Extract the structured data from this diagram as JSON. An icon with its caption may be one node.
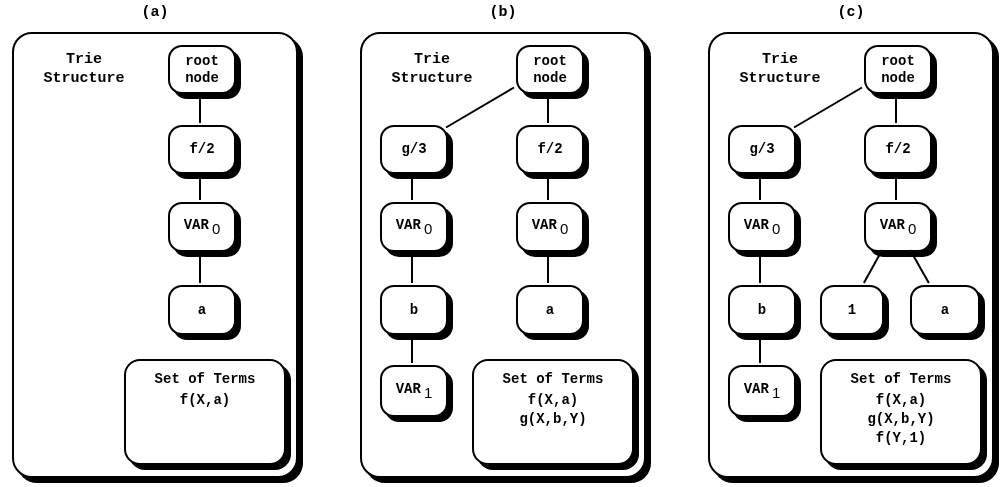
{
  "diagram": {
    "nodes": [
      {
        "text": [
          "(a)",
          "Trie Structure"
        ]
      },
      {
        "text": [
          "root node"
        ],
        "in": 0
      },
      {
        "text": [
          "f/2"
        ],
        "in": 0
      },
      {
        "text": [
          "VAR$_{0}$"
        ],
        "in": 0
      },
      {
        "text": [
          "a"
        ],
        "in": 0
      },
      {
        "text": [
          "Set of Terms",
          "f(X,a)"
        ],
        "in": 0
      },
      {
        "text": [
          "(b)",
          "Trie Structure"
        ]
      },
      {
        "text": [
          "root node"
        ],
        "in": 6
      },
      {
        "text": [
          "g/3"
        ],
        "in": 6
      },
      {
        "text": [
          "f/2"
        ],
        "in": 6
      },
      {
        "text": [
          "VAR$_{0}$"
        ],
        "in": 6
      },
      {
        "text": [
          "VAR$_{0}$"
        ],
        "in": 6
      },
      {
        "text": [
          "b"
        ],
        "in": 6
      },
      {
        "text": [
          "a"
        ],
        "in": 6
      },
      {
        "text": [
          "VAR$_{1}$"
        ],
        "in": 6
      },
      {
        "text": [
          "Set of Terms",
          "f(X,a)",
          "g(X,b,Y)"
        ],
        "in": 6
      },
      {
        "text": [
          "(c)",
          "Trie Structure"
        ]
      },
      {
        "text": [
          "root node"
        ],
        "in": 16
      },
      {
        "text": [
          "g/3"
        ],
        "in": 16
      },
      {
        "text": [
          "f/2"
        ],
        "in": 16
      },
      {
        "text": [
          "VAR$_{0}$"
        ],
        "in": 16
      },
      {
        "text": [
          "VAR$_{0}$"
        ],
        "in": 16
      },
      {
        "text": [
          "b"
        ],
        "in": 16
      },
      {
        "text": [
          "1"
        ],
        "in": 16
      },
      {
        "text": [
          "a"
        ],
        "in": 16
      },
      {
        "text": [
          "VAR$_{1}$"
        ],
        "in": 16
      },
      {
        "text": [
          "Set of Terms",
          "f(X,a)",
          "g(X,b,Y)",
          "f(Y,1)"
        ],
        "in": 16
      }
    ],
    "edges": [
      {
        "from": 1,
        "to": 2,
        "arrow": "none"
      },
      {
        "from": 2,
        "to": 3,
        "arrow": "none"
      },
      {
        "from": 3,
        "to": 4,
        "arrow": "none"
      },
      {
        "from": 7,
        "to": 8,
        "arrow": "none"
      },
      {
        "from": 8,
        "to": 10,
        "arrow": "none"
      },
      {
        "from": 10,
        "to": 12,
        "arrow": "none"
      },
      {
        "from": 12,
        "to": 14,
        "arrow": "none"
      },
      {
        "from": 7,
        "to": 9,
        "arrow": "none"
      },
      {
        "from": 9,
        "to": 11,
        "arrow": "none"
      },
      {
        "from": 11,
        "to": 13,
        "arrow": "none"
      },
      {
        "from": 17,
        "to": 18,
        "arrow": "none"
      },
      {
        "from": 18,
        "to": 20,
        "arrow": "none"
      },
      {
        "from": 20,
        "to": 22,
        "arrow": "none"
      },
      {
        "from": 22,
        "to": 25,
        "arrow": "none"
      },
      {
        "from": 17,
        "to": 19,
        "arrow": "none"
      },
      {
        "from": 19,
        "to": 21,
        "arrow": "none"
      },
      {
        "from": 21,
        "to": 23,
        "arrow": "none"
      },
      {
        "from": 21,
        "to": 24,
        "arrow": "none"
      }
    ]
  }
}
